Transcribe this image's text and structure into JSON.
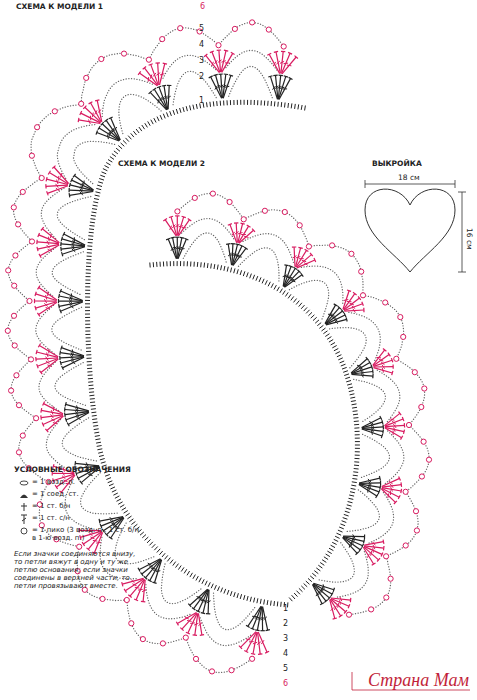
{
  "diagram": {
    "labels": [
      "СХЕМА К МОДЕЛИ 1",
      "6",
      "5",
      "4",
      "3",
      "2",
      "1",
      "СХЕМА К МОДЕЛИ 2",
      "ВЫКРОЙКА",
      "18 см",
      "16 см",
      "УСЛОВНЫЕ ОБОЗНАЧЕНИЯ",
      "Если значки соединяются внизу, то петли вяжут в одну и ту же петлю основания; если значки соединены в верхней части, то петли провязывают вместе.",
      "1",
      "2",
      "3",
      "4",
      "5",
      "6",
      "Страна Мам"
    ],
    "legend": [
      {
        "text": "= 1 возд. п."
      },
      {
        "text": "= 1 соед. ст."
      },
      {
        "text": "= 1 ст. б/н"
      },
      {
        "text": "= 1 ст. с/н"
      },
      {
        "text": "= 1 пико (3 возд. п., 1 ст. б/н в 1-ю возд. п.)"
      }
    ]
  }
}
